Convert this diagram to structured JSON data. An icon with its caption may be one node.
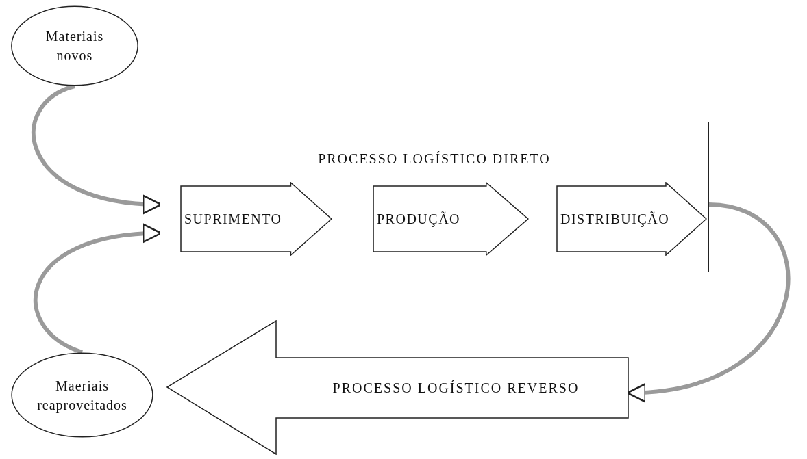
{
  "diagram": {
    "nodes": [
      {
        "text": [
          "Materiais novos"
        ]
      },
      {
        "text": [
          "Maeriais reaproveitados"
        ]
      },
      {
        "text": [
          "PROCESSO LOGÍSTICO DIRETO"
        ]
      },
      {
        "text": [
          "SUPRIMENTO"
        ],
        "in": 2
      },
      {
        "text": [
          "PRODUÇÃO"
        ],
        "in": 2
      },
      {
        "text": [
          "DISTRIBUIÇÃO"
        ],
        "in": 2
      },
      {
        "text": [
          "PROCESSO LOGÍSTICO REVERSO"
        ]
      }
    ],
    "edges": [
      {
        "from": 0,
        "to": 2,
        "arrow": "to"
      },
      {
        "from": 1,
        "to": 2,
        "arrow": "to"
      },
      {
        "from": 2,
        "to": 6,
        "arrow": "to"
      }
    ]
  }
}
